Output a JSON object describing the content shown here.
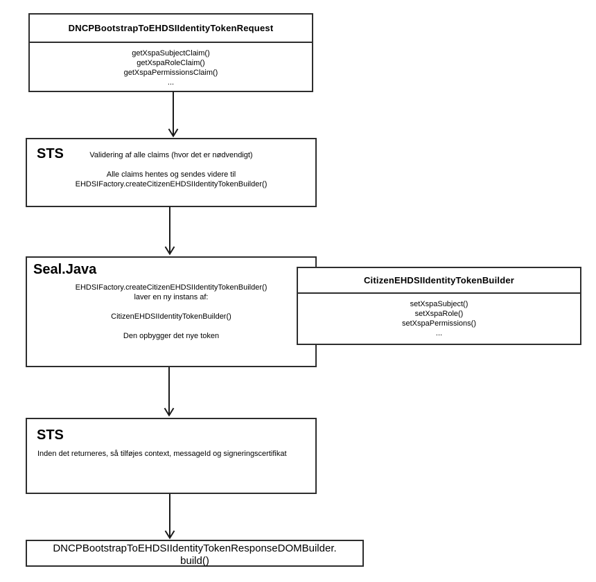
{
  "colors": {
    "canvas_bg": "#ffffff",
    "node_border": "#2d2d2d",
    "arrow": "#1a1a1a",
    "text": "#000000"
  },
  "nodes": {
    "request": {
      "title": "DNCPBootstrapToEHDSIIdentityTokenRequest",
      "methods": [
        "getXspaSubjectClaim()",
        "getXspaRoleClaim()",
        "getXspaPermissionsClaim()",
        "..."
      ]
    },
    "sts_validation": {
      "heading": "STS",
      "line1": "Validering af alle claims (hvor det er nødvendigt)",
      "line2": "Alle claims hentes og sendes videre til",
      "line3": "EHDSIFactory.createCitizenEHDSIIdentityTokenBuilder()"
    },
    "seal_java": {
      "heading": "Seal.Java",
      "line1": "EHDSIFactory.createCitizenEHDSIIdentityTokenBuilder()",
      "line2": "laver en ny instans af:",
      "line3": "CitizenEHDSIIdentityTokenBuilder()",
      "line4": "Den opbygger det nye token"
    },
    "token_builder": {
      "title": "CitizenEHDSIIdentityTokenBuilder",
      "methods": [
        "setXspaSubject()",
        "setXspaRole()",
        "setXspaPermissions()",
        "..."
      ]
    },
    "sts_return": {
      "heading": "STS",
      "line1": "Inden det returneres, så tilføjes context, messageId og signeringscertifikat"
    },
    "response": {
      "line1": "DNCPBootstrapToEHDSIIdentityTokenResponseDOMBuilder.",
      "line2": "build()"
    }
  }
}
